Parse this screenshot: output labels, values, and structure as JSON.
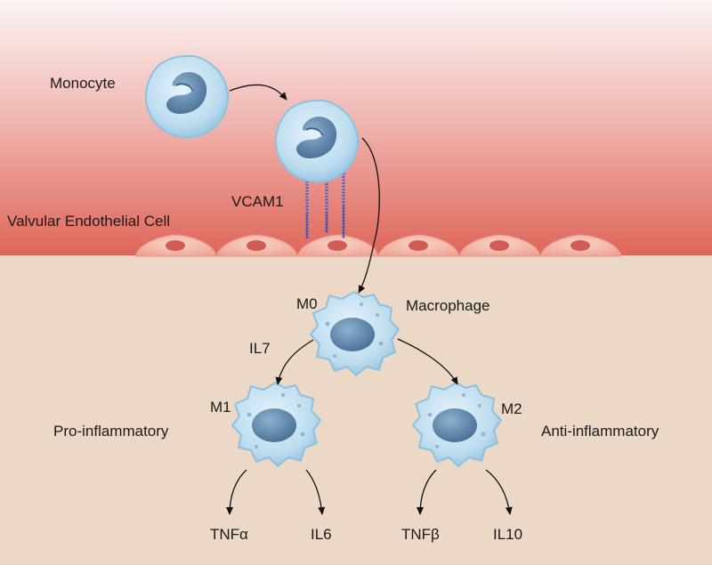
{
  "labels": {
    "monocyte": "Monocyte",
    "vcam1": "VCAM1",
    "endothelial": "Valvular Endothelial Cell",
    "m0": "M0",
    "macrophage": "Macrophage",
    "il7": "IL7",
    "m1": "M1",
    "m2": "M2",
    "pro_inflammatory": "Pro-inflammatory",
    "anti_inflammatory": "Anti-inflammatory",
    "tnf_alpha": "TNFα",
    "il6": "IL6",
    "tnf_beta": "TNFβ",
    "il10": "IL10"
  },
  "colors": {
    "vessel_top": "#faf3f3",
    "vessel_bottom": "#e06a5e",
    "tissue": "#ecd8c7",
    "cell_fill": "#b9dcf0",
    "cell_edge": "#7fb4d6",
    "nucleus": "#5a87ad",
    "endothelium": "#f3b7aa",
    "endo_nucleus": "#cf5d54",
    "receptor": "#3a61d8",
    "arrow": "#111111"
  }
}
